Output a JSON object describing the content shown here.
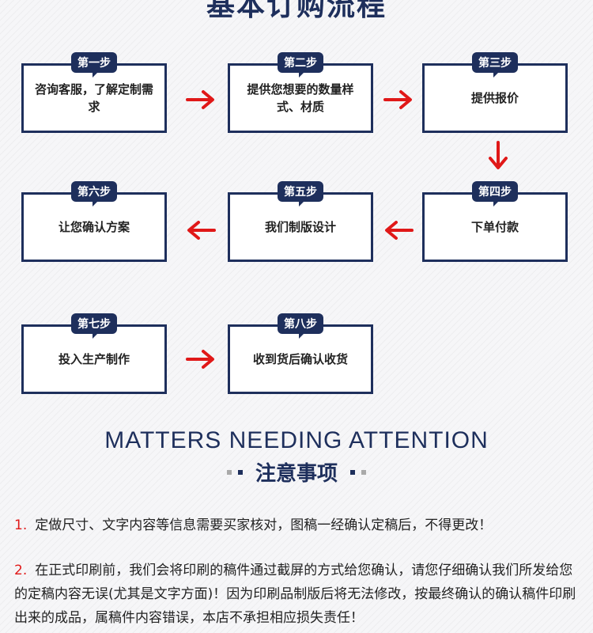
{
  "header": {
    "title": "基本订购流程"
  },
  "steps": [
    {
      "badge": "第一步",
      "text": "咨询客服，了解定制需求"
    },
    {
      "badge": "第二步",
      "text": "提供您想要的数量样式、材质"
    },
    {
      "badge": "第三步",
      "text": "提供报价"
    },
    {
      "badge": "第四步",
      "text": "下单付款"
    },
    {
      "badge": "第五步",
      "text": "我们制版设计"
    },
    {
      "badge": "第六步",
      "text": "让您确认方案"
    },
    {
      "badge": "第七步",
      "text": "投入生产制作"
    },
    {
      "badge": "第八步",
      "text": "收到货后确认收货"
    }
  ],
  "colors": {
    "navy": "#1e2f5c",
    "arrow_red": "#e01818"
  },
  "icons": {
    "flow_arrow": "red-arrow-icon"
  },
  "attention": {
    "english": "MATTERS NEEDING ATTENTION",
    "chinese": "注意事项"
  },
  "notes": [
    {
      "num": "1.",
      "text": "定做尺寸、文字内容等信息需要买家核对，图稿一经确认定稿后，不得更改！"
    },
    {
      "num": "2.",
      "text": "在正式印刷前，我们会将印刷的稿件通过截屏的方式给您确认，请您仔细确认我们所发给您的定稿内容无误(尤其是文字方面)！因为印刷品制版后将无法修改，按最终确认的确认稿件印刷出来的成品，属稿件内容错误，本店不承担相应损失责任！"
    }
  ]
}
